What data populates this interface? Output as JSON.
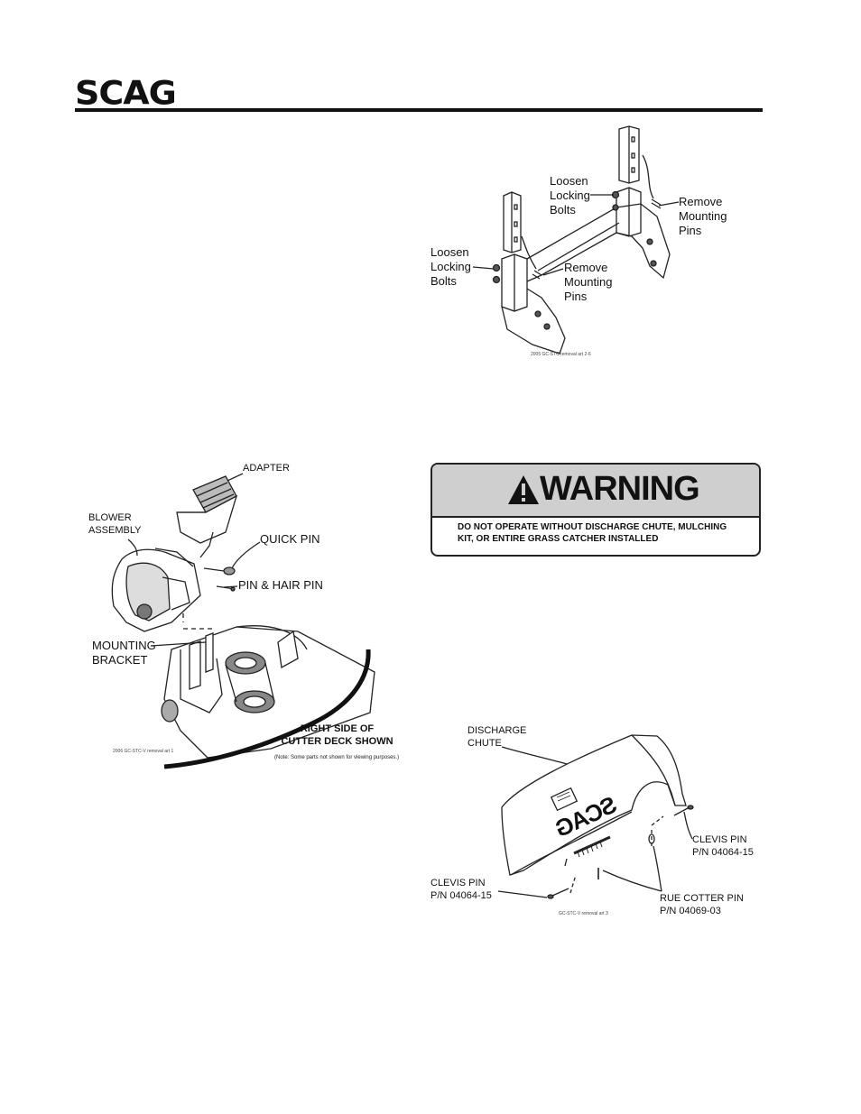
{
  "header": {
    "logo": "SCAG"
  },
  "figure_support": {
    "label_loosen_left": [
      "Loosen",
      "Locking",
      "Bolts"
    ],
    "label_loosen_top": [
      "Loosen",
      "Locking",
      "Bolts"
    ],
    "label_remove_right": [
      "Remove",
      "Mounting",
      "Pins"
    ],
    "label_remove_mid": [
      "Remove",
      "Mounting",
      "Pins"
    ],
    "art_ref": "2005 GC-STC removal art 2-6"
  },
  "figure_blower": {
    "adapter": "ADAPTER",
    "blower_assembly": [
      "BLOWER",
      "ASSEMBLY"
    ],
    "quick_pin": "QUICK PIN",
    "pin_hair_pin": "PIN & HAIR PIN",
    "mounting_bracket": [
      "MOUNTING",
      "BRACKET"
    ],
    "caption": [
      "RIGHT SIDE OF",
      "CUTTER DECK SHOWN"
    ],
    "note": "(Note: Some parts not shown for viewing purposes.)",
    "art_ref": "2006 GC-STC-V removal art 1"
  },
  "warning": {
    "title": "WARNING",
    "text": [
      "DO NOT OPERATE WITHOUT DISCHARGE CHUTE, MULCHING",
      "KIT, OR ENTIRE GRASS CATCHER INSTALLED"
    ]
  },
  "figure_chute": {
    "discharge_chute": [
      "DISCHARGE",
      "CHUTE"
    ],
    "clevis_pin_right": [
      "CLEVIS PIN",
      "P/N 04064-15"
    ],
    "clevis_pin_left": [
      "CLEVIS PIN",
      "P/N 04064-15"
    ],
    "rue_cotter_pin": [
      "RUE COTTER PIN",
      "P/N 04069-03"
    ],
    "chute_brand": "SCAG",
    "art_ref": "GC-STC-V removal art 3"
  }
}
